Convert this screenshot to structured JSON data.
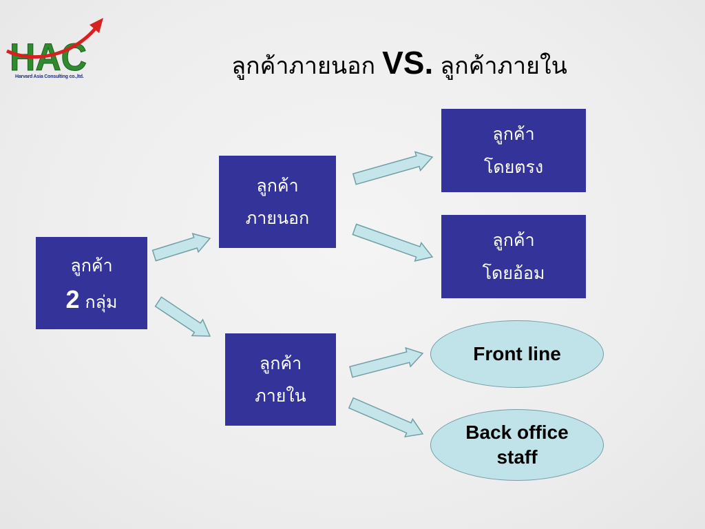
{
  "logo": {
    "text": "HAC",
    "subtitle": "Harvard Asia Consulting co.,ltd.",
    "colors": {
      "letters": "#2e8b2e",
      "arrow": "#d92020"
    }
  },
  "title": {
    "left": "ลูกค้าภายนอก",
    "vs": "VS.",
    "right": "ลูกค้าภายใน"
  },
  "nodes": {
    "root": {
      "line1": "ลูกค้า",
      "number": "2",
      "line2": "กลุ่ม"
    },
    "external": {
      "line1": "ลูกค้า",
      "line2": "ภายนอก"
    },
    "internal": {
      "line1": "ลูกค้า",
      "line2": "ภายใน"
    },
    "direct": {
      "line1": "ลูกค้า",
      "line2": "โดยตรง"
    },
    "indirect": {
      "line1": "ลูกค้า",
      "line2": "โดยอ้อม"
    },
    "front_line": {
      "label": "Front line"
    },
    "back_office": {
      "line1": "Back office",
      "line2": "staff"
    }
  },
  "colors": {
    "box_fill": "#333399",
    "box_text": "#ffffff",
    "ellipse_fill": "#bfe3e8",
    "arrow_fill": "#c4e6ea",
    "arrow_stroke": "#6f9ea5"
  }
}
